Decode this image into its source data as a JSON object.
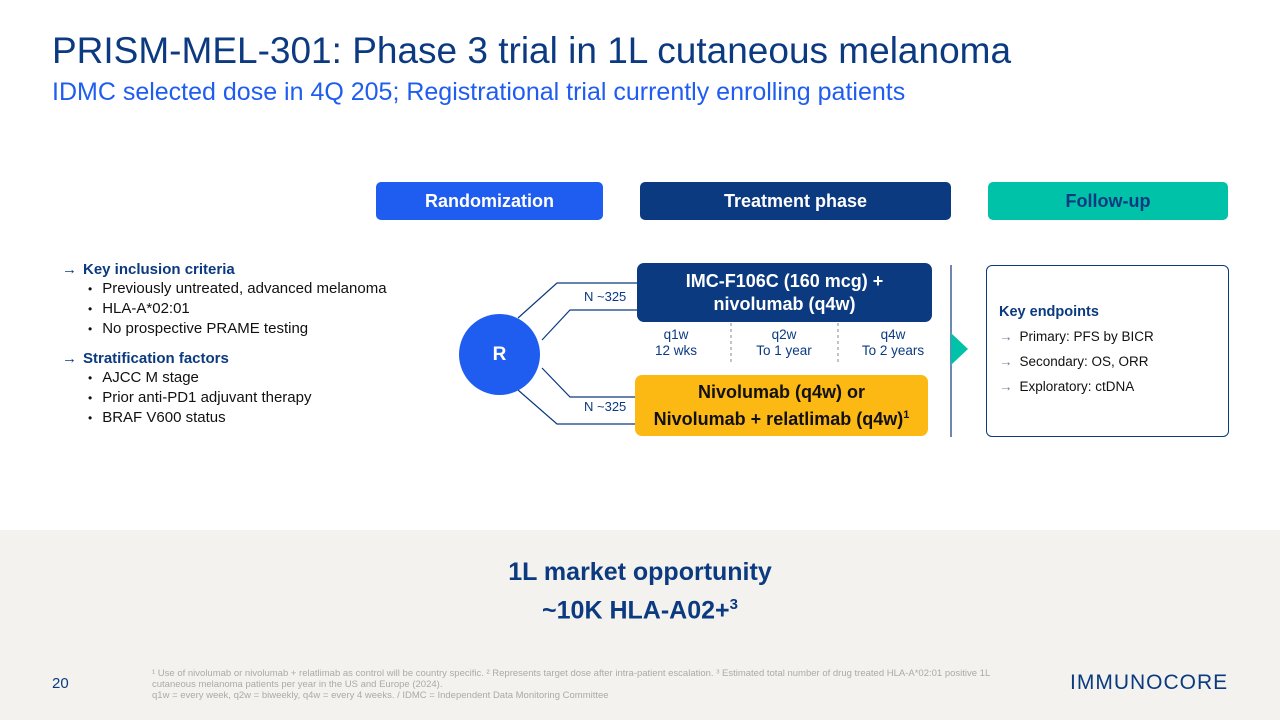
{
  "title": "PRISM-MEL-301: Phase 3 trial in 1L cutaneous melanoma",
  "subtitle": "IDMC selected dose in 4Q 205; Registrational trial currently enrolling patients",
  "phases": {
    "randomization": "Randomization",
    "treatment": "Treatment phase",
    "followup": "Follow-up"
  },
  "criteria": {
    "inclusion_title": "Key inclusion criteria",
    "inclusion": [
      "Previously untreated, advanced melanoma",
      "HLA-A*02:01",
      "No prospective PRAME testing"
    ],
    "strat_title": "Stratification factors",
    "strat": [
      "AJCC M stage",
      "Prior anti-PD1 adjuvant therapy",
      "BRAF V600 status"
    ],
    "arrow": "→"
  },
  "randomize_label": "R",
  "arms": [
    {
      "n": "N ~325",
      "line1": "IMC-F106C (160 mcg) +",
      "line2": "nivolumab (q4w)"
    },
    {
      "n": "N ~325",
      "line1": "Nivolumab (q4w) or",
      "line2": "Nivolumab + relatlimab (q4w)",
      "sup": "1"
    }
  ],
  "schedule": [
    {
      "freq": "q1w",
      "dur": "12 wks"
    },
    {
      "freq": "q2w",
      "dur": "To 1 year"
    },
    {
      "freq": "q4w",
      "dur": "To 2 years"
    }
  ],
  "endpoints": {
    "title": "Key endpoints",
    "items": [
      "Primary: PFS by BICR",
      "Secondary: OS, ORR",
      "Exploratory: ctDNA"
    ],
    "arrow": "→"
  },
  "market": {
    "line1": "1L market opportunity",
    "line2": "~10K HLA-A02+",
    "sup": "3"
  },
  "page_number": "20",
  "footnotes": [
    "¹ Use of nivolumab or nivolumab + relatlimab as control will be country specific. ² Represents target dose after intra-patient escalation. ³ Estimated total number of drug treated HLA-A*02:01 positive 1L cutaneous melanoma patients per year in the US and Europe (2024).",
    "q1w = every week, q2w = biweekly, q4w = every 4 weeks. / IDMC = Independent Data Monitoring Committee"
  ],
  "logo": "IMMUNOCORE",
  "colors": {
    "navy": "#0b3a80",
    "blue": "#1f5cf0",
    "teal": "#00c2a8",
    "yellow": "#fdb913",
    "band": "#f3f2ee"
  }
}
